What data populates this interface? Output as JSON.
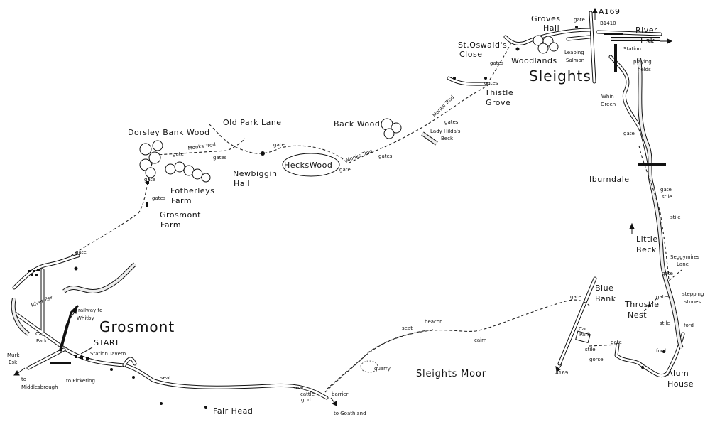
{
  "map": {
    "towns": {
      "grosmont": "Grosmont",
      "sleights": "Sleights"
    },
    "places": {
      "groves": "Groves",
      "hall1": "Hall",
      "st_oswalds": "St.Oswald's",
      "close": "Close",
      "woodlands": "Woodlands",
      "leaping": "Leaping",
      "salmon": "Salmon",
      "station": "Station",
      "playing": "playing",
      "fields": "fields",
      "whin": "Whin",
      "green": "Green",
      "thistle": "Thistle",
      "grove": "Grove",
      "lady_hildas": "Lady Hilda's",
      "beck1": "Beck",
      "back_wood": "Back Wood",
      "old_park_lane": "Old Park Lane",
      "dorsley_bank_wood": "Dorsley Bank Wood",
      "hecks_wood": "HecksWood",
      "newbiggin": "Newbiggin",
      "hall2": "Hall",
      "fotherleys": "Fotherleys",
      "farm1": "Farm",
      "grosmont_f": "Grosmont",
      "farm2": "Farm",
      "river_esk_w": "River Esk",
      "railway_to": "railway to",
      "whitby": "Whitby",
      "car": "Car",
      "park": "Park",
      "start": "START",
      "station_tavern": "Station Tavern",
      "murk": "Murk",
      "esk_m": "Esk",
      "to": "to",
      "middlesbrough": "Middlesbrough",
      "to_pickering": "to Pickering",
      "fair_head": "Fair Head",
      "cattle": "cattle",
      "grid": "grid",
      "barrier": "barrier",
      "to_goathland": "to Goathland",
      "quarry": "quarry",
      "sleights_moor": "Sleights Moor",
      "beacon": "beacon",
      "cairn": "cairn",
      "blue": "Blue",
      "bank": "Bank",
      "car2": "Car",
      "park2": "Park",
      "gorse": "gorse",
      "iburndale": "Iburndale",
      "little": "Little",
      "beck2": "Beck",
      "seggymires": "Seggymires",
      "lane": "Lane",
      "throstle": "Throstle",
      "nest": "Nest",
      "stepping": "stepping",
      "stones": "stones",
      "ford": "ford",
      "alum": "Alum",
      "house": "House",
      "river_e": "River",
      "esk_e": "Esk"
    },
    "roads": {
      "a169": "A169",
      "b1410": "B1410"
    },
    "paths": {
      "monks_trod": "Monks Trod"
    },
    "features": {
      "gate": "gate",
      "gates": "gates",
      "stile": "stile",
      "seat": "seat"
    }
  }
}
